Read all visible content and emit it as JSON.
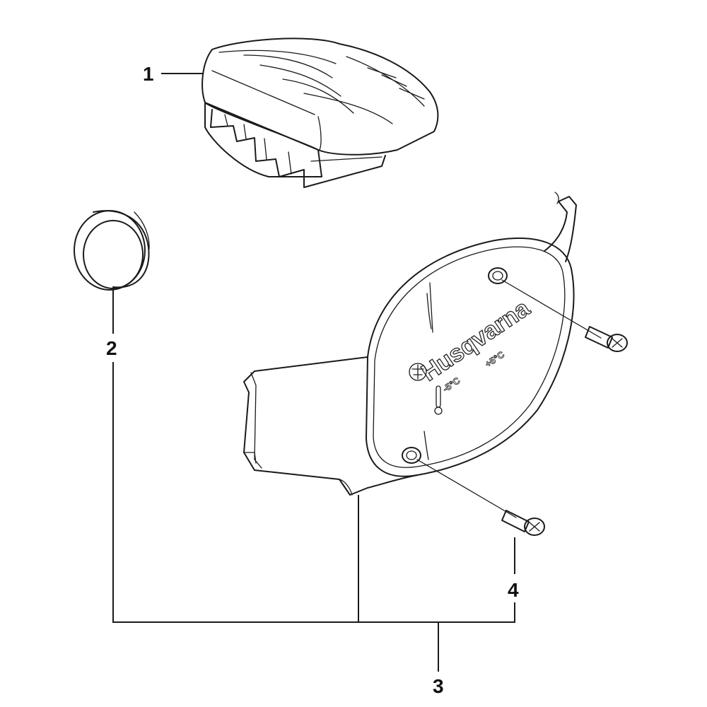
{
  "callouts": {
    "c1": "1",
    "c2": "2",
    "c3": "3",
    "c4": "4"
  },
  "cover_markings": {
    "brand": "Husqvarna",
    "sign_a": "-5°C",
    "sign_b": "+5°C"
  },
  "colors": {
    "line": "#1a1a1a",
    "background": "#ffffff"
  }
}
